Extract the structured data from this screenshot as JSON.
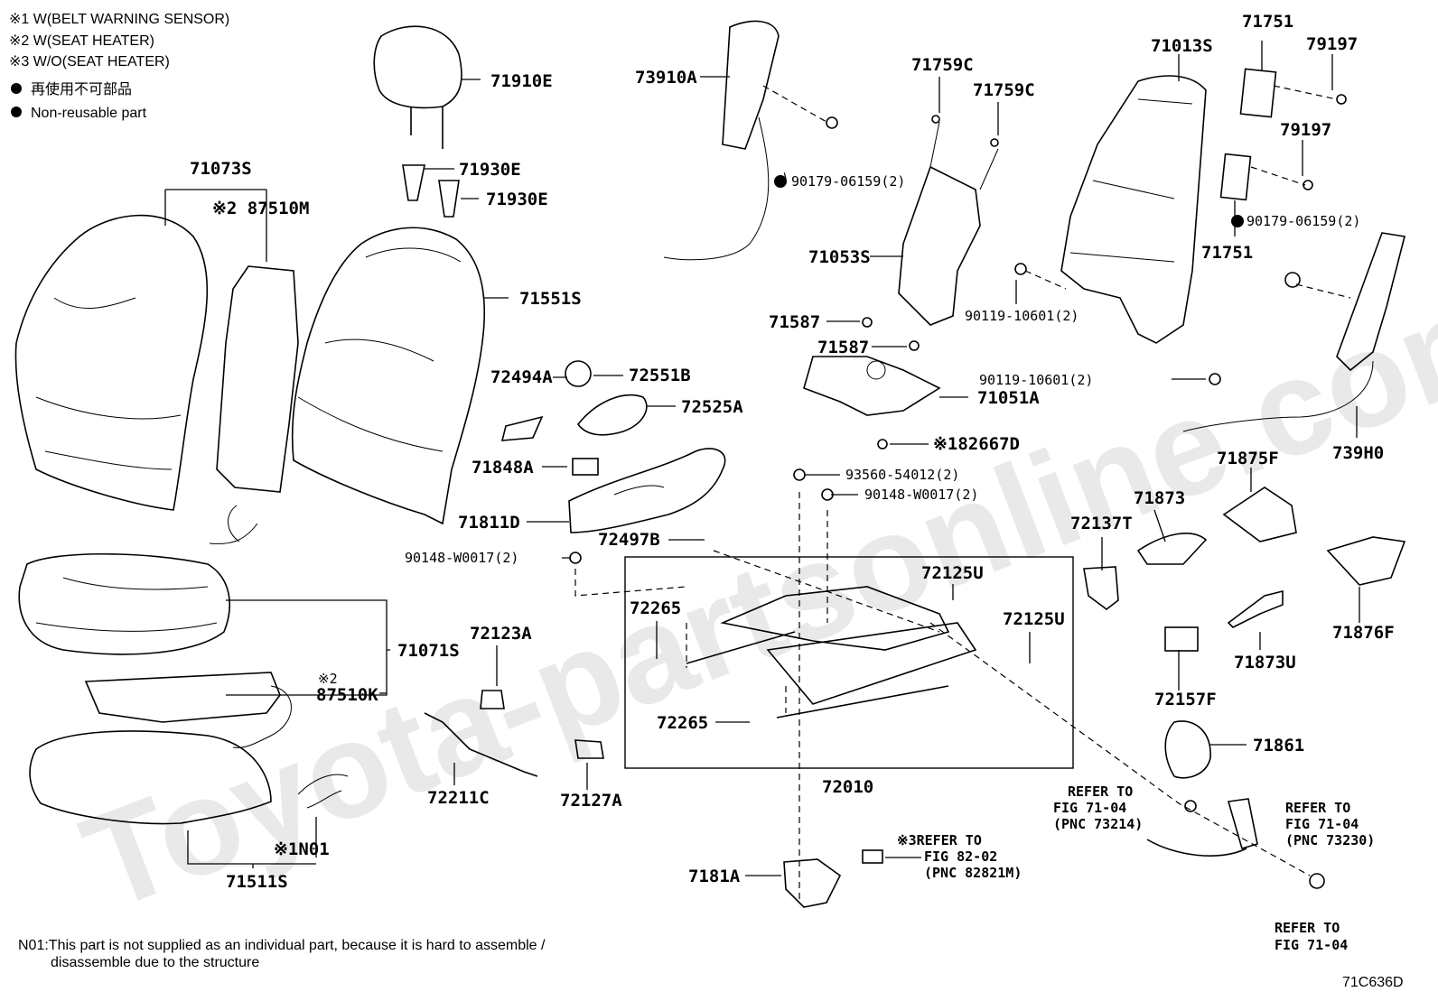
{
  "notes": {
    "belt_sensor": "※1 W(BELT WARNING SENSOR)",
    "seat_heater": "※2 W(SEAT HEATER)",
    "no_heater": "※3 W/O(SEAT HEATER)",
    "non_reusable_jp": "再使用不可部品",
    "non_reusable_en": "Non-reusable part"
  },
  "watermark": "Toyota-partsonline.com",
  "labels": {
    "p71910E": "71910E",
    "p71930E_1": "71930E",
    "p71930E_2": "71930E",
    "p71073S": "71073S",
    "p87510M": "※2 87510M",
    "p71551S": "71551S",
    "p73910A": "73910A",
    "p90179_1": "90179-06159(2)",
    "p71759C_1": "71759C",
    "p71759C_2": "71759C",
    "p71053S": "71053S",
    "p71013S": "71013S",
    "p71751_1": "71751",
    "p79197_1": "79197",
    "p79197_2": "79197",
    "p90179_2": "90179-06159(2)",
    "p71751_2": "71751",
    "p90119_1": "90119-10601(2)",
    "p90119_2": "90119-10601(2)",
    "p739H0": "739H0",
    "p71587_1": "71587",
    "p71587_2": "71587",
    "p71051A": "71051A",
    "p82667D": "※182667D",
    "p72494A": "72494A",
    "p72551B": "72551B",
    "p72525A": "72525A",
    "p71848A": "71848A",
    "p71811D": "71811D",
    "p93560": "93560-54012(2)",
    "p90148_1": "90148-W0017(2)",
    "p90148_2": "90148-W0017(2)",
    "p72497B": "72497B",
    "p72125U_1": "72125U",
    "p72125U_2": "72125U",
    "p72265_1": "72265",
    "p72265_2": "72265",
    "p72010": "72010",
    "p71071S": "71071S",
    "p87510K_mark": "※2",
    "p87510K": "87510K",
    "p72123A": "72123A",
    "p72211C": "72211C",
    "p72127A": "72127A",
    "pN01": "※1N01",
    "p71511S": "71511S",
    "p71875F": "71875F",
    "p71873": "71873",
    "p72137T": "72137T",
    "p71876F": "71876F",
    "p71873U": "71873U",
    "p72157F": "72157F",
    "p71861": "71861",
    "p7181A": "7181A"
  },
  "refs": {
    "ref73214": [
      "REFER TO",
      "FIG 71-04",
      "(PNC 73214)"
    ],
    "ref73230": [
      "REFER TO",
      "FIG 71-04",
      "(PNC 73230)"
    ],
    "ref82821": [
      "※3REFER TO",
      "FIG 82-02",
      "(PNC 82821M)"
    ],
    "ref7104": [
      "REFER TO",
      "FIG 71-04"
    ]
  },
  "footnote": {
    "line1": "N01:This part is not supplied as an individual part, because it is hard to assemble /",
    "line2": "disassemble due to the structure"
  },
  "figure_code": "71C636D"
}
